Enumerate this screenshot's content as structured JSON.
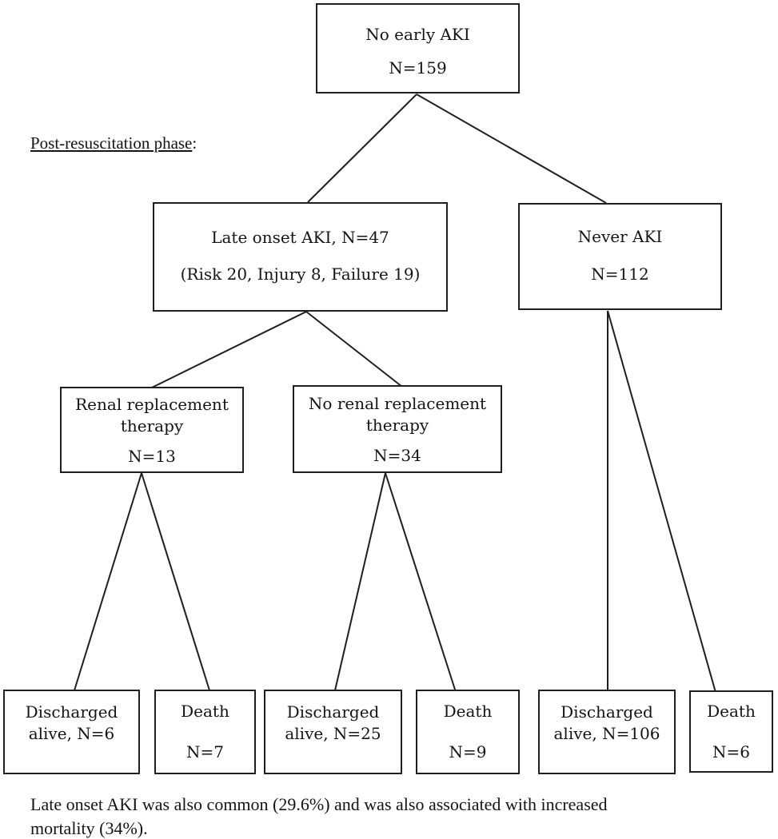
{
  "phase_label": {
    "text": "Post-resuscitation phase",
    "colon": ":"
  },
  "nodes": {
    "no_early_aki": {
      "lines": [
        "No early AKI",
        "N=159"
      ]
    },
    "late_onset_aki": {
      "lines": [
        "Late onset AKI, N=47",
        "(Risk 20, Injury 8, Failure 19)"
      ]
    },
    "never_aki": {
      "lines": [
        "Never AKI",
        "N=112"
      ]
    },
    "rrt": {
      "lines": [
        "Renal replacement",
        "therapy",
        "N=13"
      ]
    },
    "no_rrt": {
      "lines": [
        "No renal replacement",
        "therapy",
        "N=34"
      ]
    },
    "discharged_rrt": {
      "lines": [
        "Discharged",
        "alive, N=6"
      ]
    },
    "death_rrt": {
      "lines": [
        "Death",
        "N=7"
      ]
    },
    "discharged_no_rrt": {
      "lines": [
        "Discharged",
        "alive, N=25"
      ]
    },
    "death_no_rrt": {
      "lines": [
        "Death",
        "N=9"
      ]
    },
    "discharged_never": {
      "lines": [
        "Discharged",
        "alive, N=106"
      ]
    },
    "death_never": {
      "lines": [
        "Death",
        "N=6"
      ]
    }
  },
  "edges": [
    {
      "from": "no_early_aki",
      "to": "late_onset_aki"
    },
    {
      "from": "no_early_aki",
      "to": "never_aki"
    },
    {
      "from": "late_onset_aki",
      "to": "rrt"
    },
    {
      "from": "late_onset_aki",
      "to": "no_rrt"
    },
    {
      "from": "rrt",
      "to": "discharged_rrt"
    },
    {
      "from": "rrt",
      "to": "death_rrt"
    },
    {
      "from": "no_rrt",
      "to": "discharged_no_rrt"
    },
    {
      "from": "no_rrt",
      "to": "death_no_rrt"
    },
    {
      "from": "never_aki",
      "to": "discharged_never"
    },
    {
      "from": "never_aki",
      "to": "death_never"
    }
  ],
  "caption": {
    "lines": [
      "Late onset AKI was also common (29.6%) and was also associated with increased",
      "mortality (34%)."
    ]
  },
  "colors": {
    "line": "#1f1f1f",
    "text": "#141414",
    "background": "#ffffff"
  }
}
